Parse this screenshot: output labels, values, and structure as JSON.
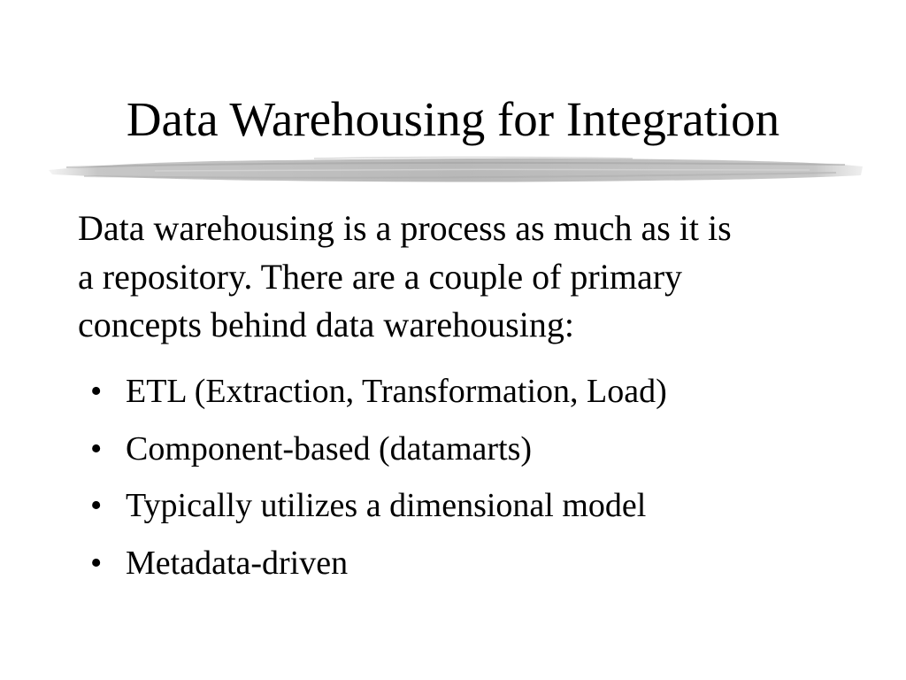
{
  "slide": {
    "title": "Data Warehousing for Integration",
    "paragraph_lines": [
      "Data warehousing is a process as much as it is",
      "a repository.  There are a couple of primary",
      "concepts behind data warehousing:"
    ],
    "bullet_symbol": "•",
    "bullets": [
      "ETL (Extraction, Transformation, Load)",
      "Component-based (datamarts)",
      "Typically utilizes a dimensional model",
      "Metadata-driven"
    ]
  },
  "colors": {
    "text": "#000000",
    "background": "#ffffff",
    "brush_stroke": "#b8b8b8"
  }
}
